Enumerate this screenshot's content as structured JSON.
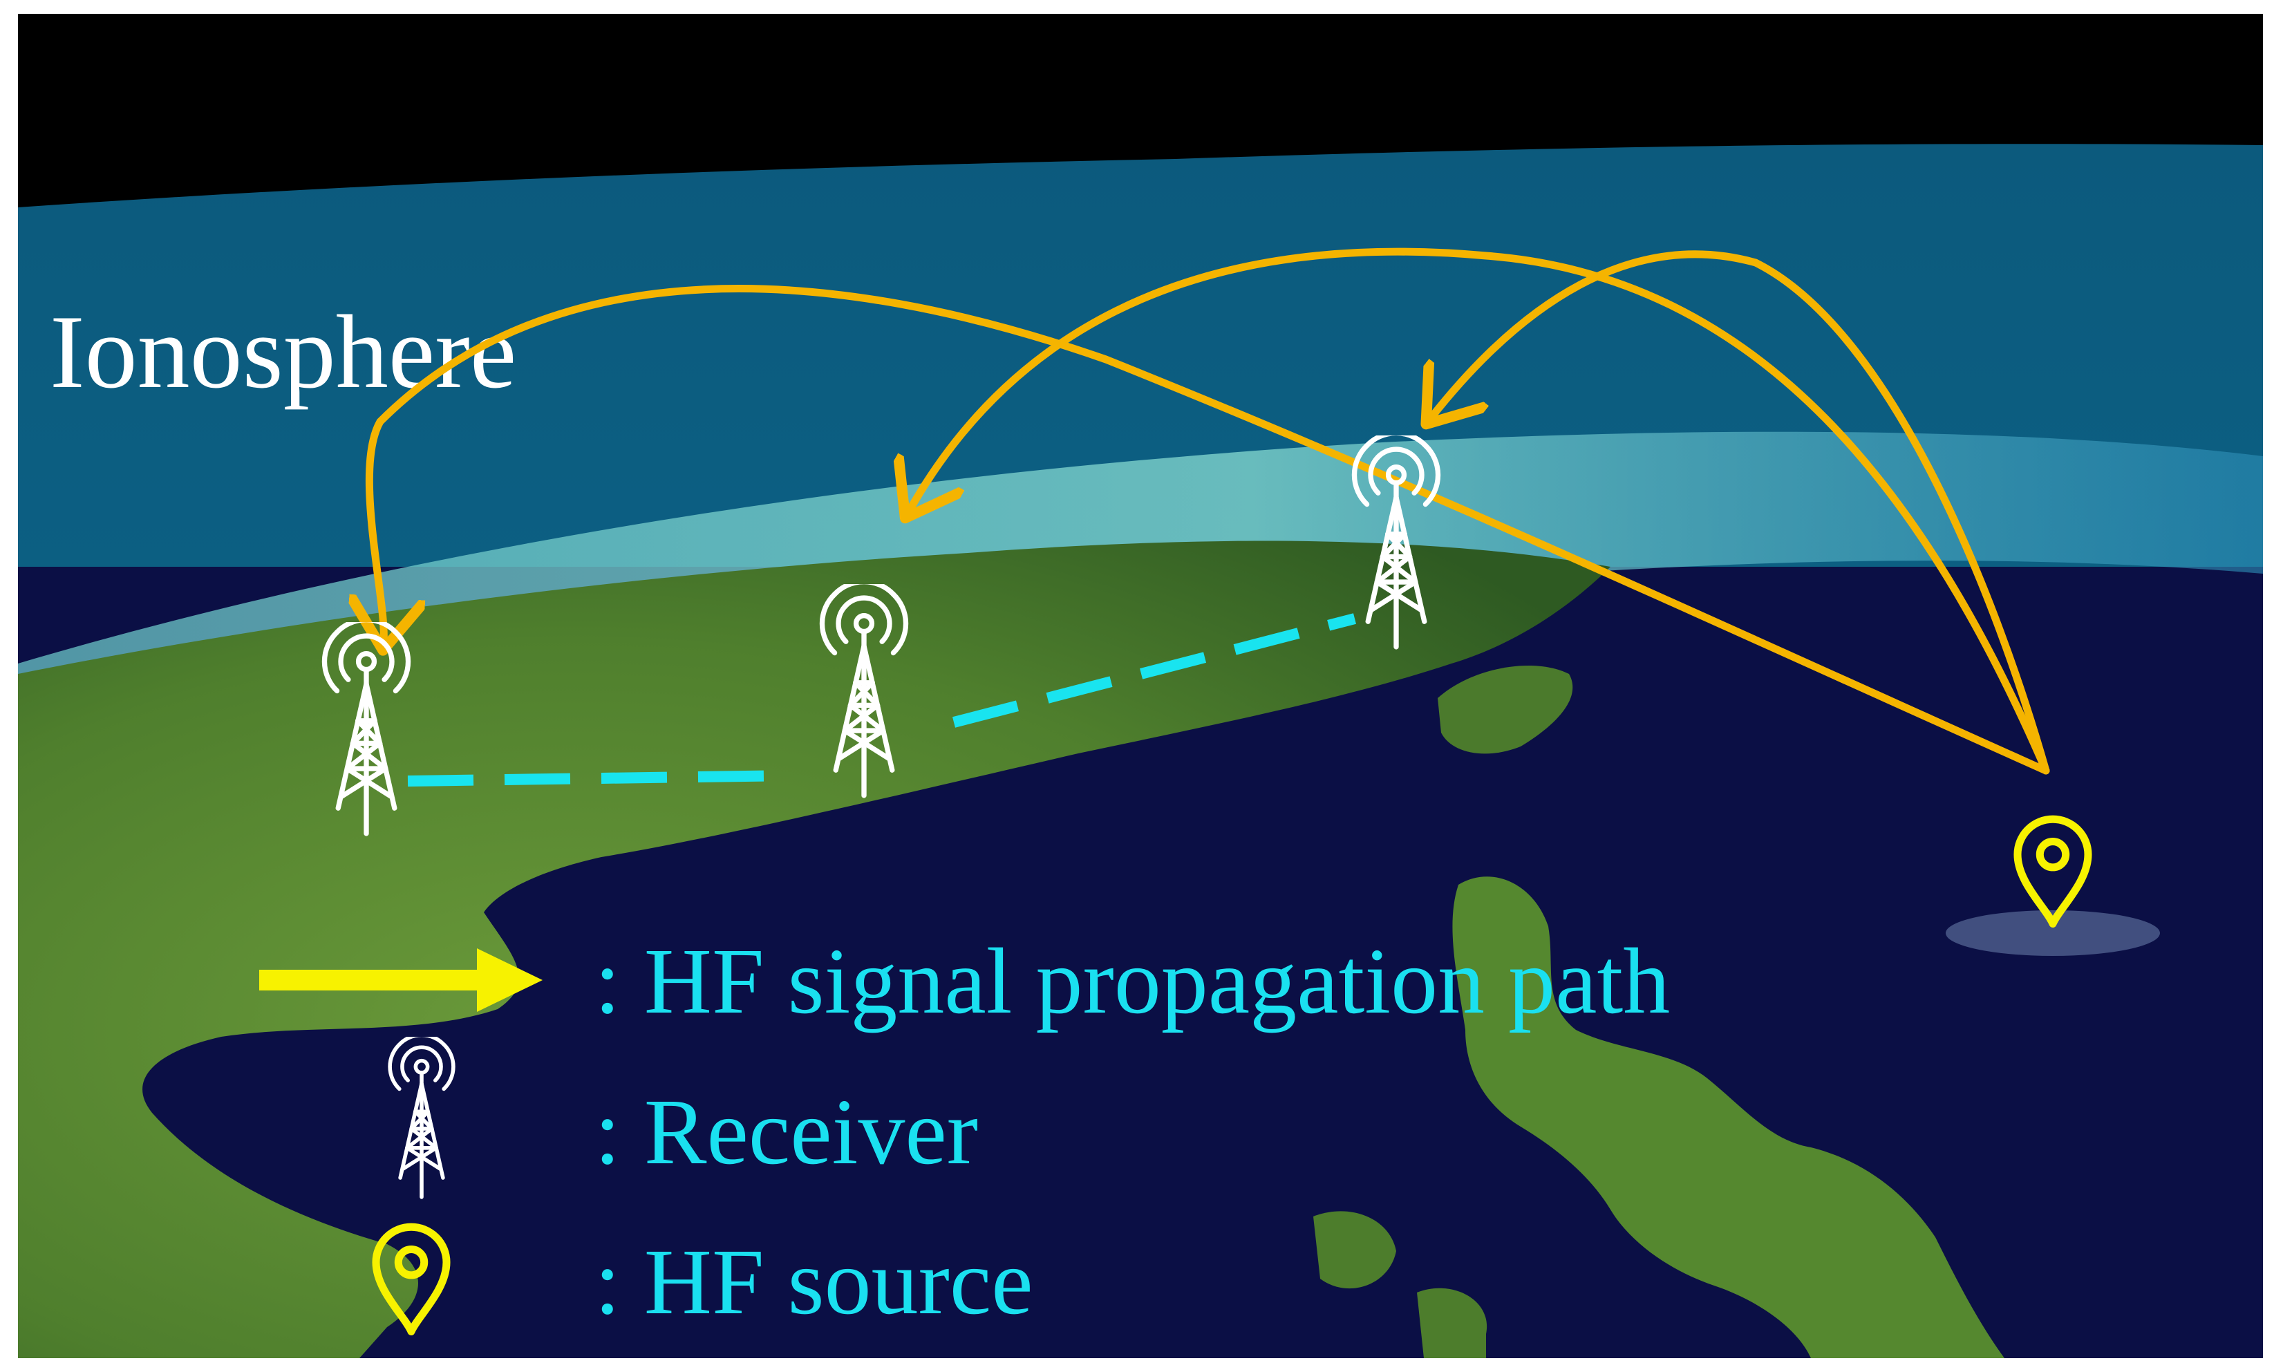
{
  "labels": {
    "ionosphere": "Ionosphere"
  },
  "legend": [
    {
      "symbol": "arrow",
      "text": ": HF signal propagation path"
    },
    {
      "symbol": "receiver",
      "text": ": Receiver"
    },
    {
      "symbol": "source",
      "text": ": HF source"
    }
  ],
  "colors": {
    "propagation_path": "#f5b400",
    "legend_arrow": "#f7f200",
    "receiver_link": "#19e4ef",
    "legend_text": "#1ae0f0",
    "ionosphere_text": "#ffffff",
    "receiver_icon": "#ffffff",
    "source_icon": "#f7f200",
    "ocean": "#0b0f45",
    "land": "#4d7d2c",
    "ionosphere_layer": "#0a5f80"
  },
  "icons": {
    "receiver": "radio-tower-icon",
    "source": "map-pin-icon",
    "path": "arrow-right-icon"
  }
}
